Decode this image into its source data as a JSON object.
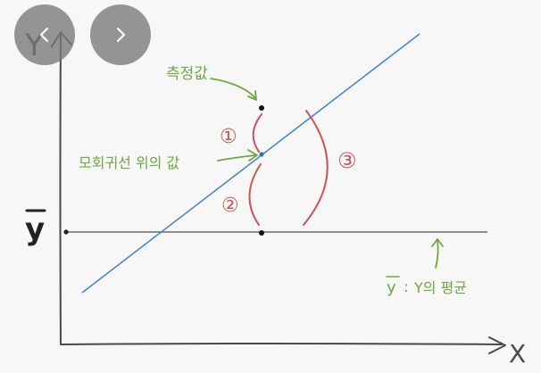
{
  "diagram": {
    "y_axis_label": "Y",
    "x_axis_label": "X",
    "y_bar_label": "y",
    "measured_label": "측정값",
    "regression_label": "모회귀선 위의 값",
    "mean_label_symbol": "y",
    "mean_label_colon": ":",
    "mean_label_text": "Y의 평균",
    "circle_1": "①",
    "circle_2": "②",
    "circle_3": "③"
  },
  "colors": {
    "axis": "#4a4a4a",
    "regression_line": "#4a86c8",
    "brace": "#c9545a",
    "annotation": "#6fa83e",
    "mean_line": "#6a6a6a",
    "background": "#f7f7f7"
  },
  "navigation": {
    "prev_icon": "chevron-left-icon",
    "next_icon": "chevron-right-icon"
  }
}
